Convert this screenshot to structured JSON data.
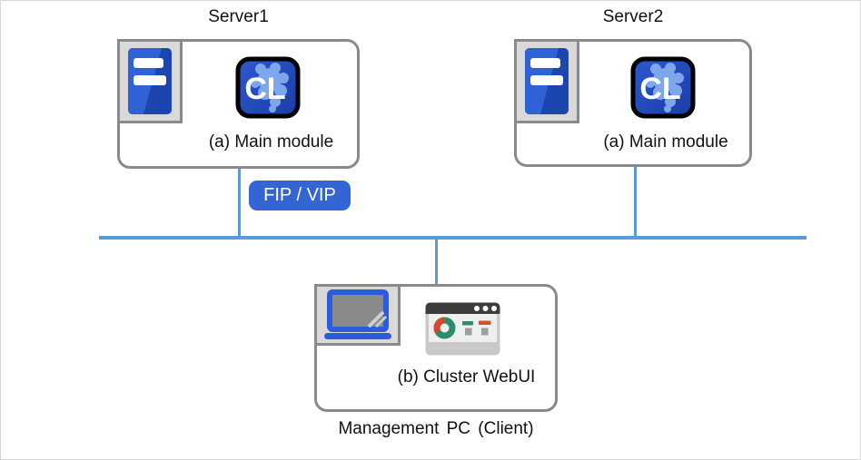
{
  "servers": {
    "server1": {
      "title": "Server1",
      "module_label": "(a) Main module"
    },
    "server2": {
      "title": "Server2",
      "module_label": "(a) Main module"
    }
  },
  "network": {
    "fip_vip_label": "FIP / VIP"
  },
  "management": {
    "module_label": "(b) Cluster WebUI",
    "caption": "Management PC (Client)"
  },
  "cl_logo_text": "CL",
  "icons": {
    "server_tower": "server-tower-icon",
    "cluster_logo": "cluster-cl-logo-icon",
    "laptop": "laptop-icon",
    "webui_browser": "webui-browser-icon"
  },
  "colors": {
    "box_border": "#8a8a8a",
    "icon_holder_bg": "#d9d9d9",
    "network_line": "#5b9bd5",
    "badge_bg": "#3565d2",
    "badge_text": "#ffffff",
    "tower_blue_dark": "#1c45ae",
    "tower_blue_light": "#2f62d6",
    "cl_logo_blue_dark": "#1a3da6",
    "cl_logo_blue_light": "#2d59cf",
    "cl_logo_splat_blue": "#7ea6ec",
    "laptop_blue": "#2b5cd9",
    "browser_titlebar": "#3d3d3d",
    "chart_green": "#2e8c6e",
    "chart_red": "#d34b2e"
  }
}
